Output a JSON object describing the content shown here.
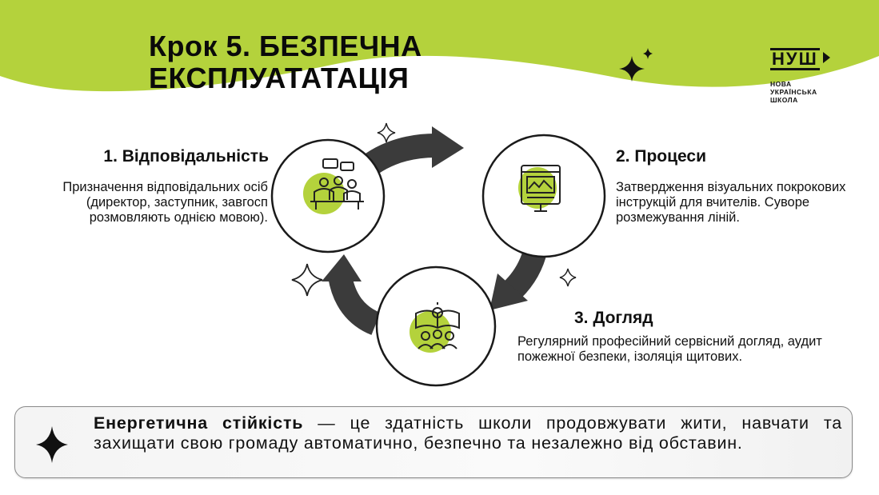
{
  "title_line1": "Крок 5. БЕЗПЕЧНА",
  "title_line2": "ЕКСПЛУАТАТАЦІЯ",
  "logo": {
    "mark": "НУШ",
    "line1": "НОВА",
    "line2": "УКРАЇНСЬКА",
    "line3": "ШКОЛА"
  },
  "colors": {
    "accent": "#b4d23c",
    "dark": "#3a3a3a",
    "text": "#111111"
  },
  "steps": [
    {
      "title": "1. Відповідальність",
      "desc": "Призначення відповідальних осіб (директор, заступник, завгосп розмовляють однією мовою).",
      "icon": "meeting-icon"
    },
    {
      "title": "2. Процеси",
      "desc": "Затвердження візуальних покрокових інструкцій для вчителів. Суворе розмежування ліній.",
      "icon": "monitor-instructions-icon"
    },
    {
      "title": "3. Догляд",
      "desc": "Регулярний професійний сервісний догляд, аудит пожежної безпеки, ізоляція щитових.",
      "icon": "book-lightbulb-team-icon"
    }
  ],
  "callout": {
    "bold": "Енергетична стійкість",
    "text": " — це здатність школи продовжувати жити, навчати та захищати свою громаду автоматично, безпечно та незалежно від обставин.",
    "icon": "sparkle-icon"
  }
}
